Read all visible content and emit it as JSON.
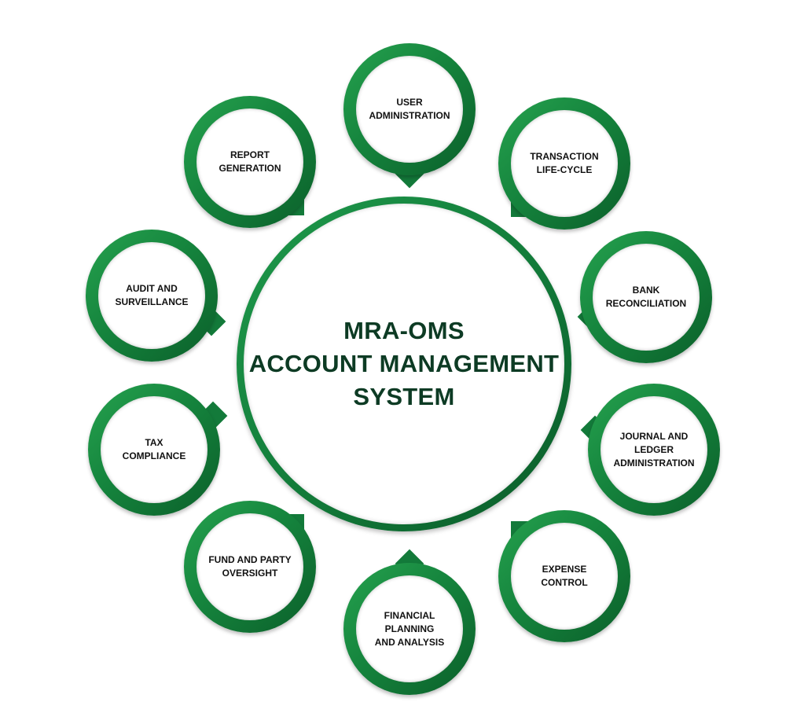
{
  "center": {
    "lines": [
      "MRA-OMS",
      "ACCOUNT MANAGEMENT",
      "SYSTEM"
    ]
  },
  "nodes": [
    {
      "id": "user-administration",
      "lines": [
        "USER",
        "ADMINISTRATION"
      ]
    },
    {
      "id": "transaction-life-cycle",
      "lines": [
        "TRANSACTION",
        "LIFE-CYCLE"
      ]
    },
    {
      "id": "bank-reconciliation",
      "lines": [
        "BANK",
        "RECONCILIATION"
      ]
    },
    {
      "id": "journal-and-ledger-administration",
      "lines": [
        "JOURNAL AND",
        "LEDGER",
        "ADMINISTRATION"
      ]
    },
    {
      "id": "expense-control",
      "lines": [
        "EXPENSE",
        "CONTROL"
      ]
    },
    {
      "id": "financial-planning-and-analysis",
      "lines": [
        "FINANCIAL",
        "PLANNING",
        "AND ANALYSIS"
      ]
    },
    {
      "id": "fund-and-party-oversight",
      "lines": [
        "FUND AND PARTY",
        "OVERSIGHT"
      ]
    },
    {
      "id": "tax-compliance",
      "lines": [
        "TAX",
        "COMPLIANCE"
      ]
    },
    {
      "id": "audit-and-surveillance",
      "lines": [
        "AUDIT AND",
        "SURVEILLANCE"
      ]
    },
    {
      "id": "report-generation",
      "lines": [
        "REPORT",
        "GENERATION"
      ]
    }
  ],
  "colors": {
    "ring_light": "#26a24f",
    "ring_dark": "#0b5f2a",
    "title_text": "#0d3b24",
    "node_text": "#111111"
  }
}
